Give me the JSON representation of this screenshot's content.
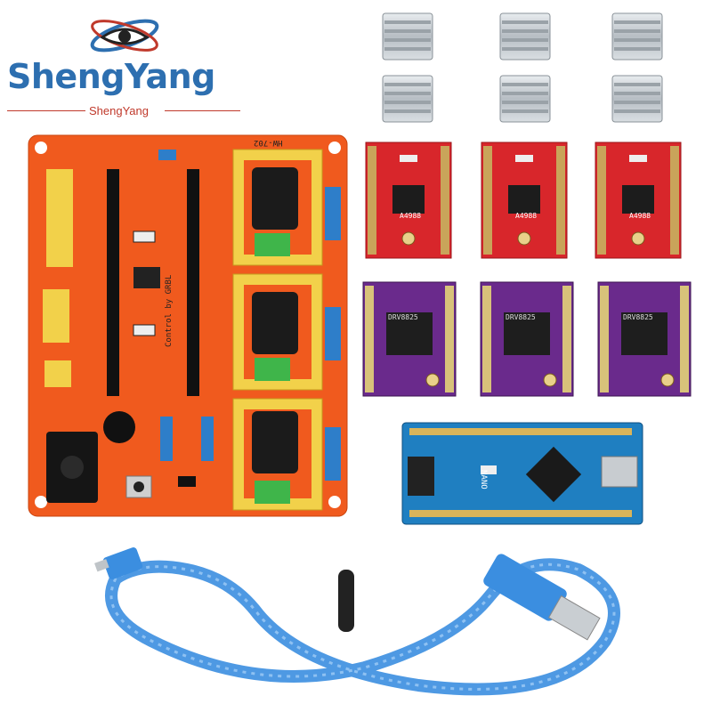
{
  "brand": {
    "name": "ShengYang",
    "subname": "ShengYang",
    "colors": {
      "primary": "#2d6fb0",
      "accent": "#c0392b"
    }
  },
  "shield": {
    "model": "HW-702",
    "credit": "Control by GRBL",
    "color": "#f05a1e"
  },
  "drivers_a4988": {
    "count": 3,
    "chip": "A4988",
    "color": "#d8262b"
  },
  "drivers_drv8825": {
    "count": 3,
    "chip": "DRV8825",
    "color": "#6a2a8c"
  },
  "heatsinks": {
    "count": 6
  },
  "nano": {
    "board": "NANO",
    "color": "#1f7fc1"
  },
  "cable": {
    "color": "#3b8ee0"
  },
  "icons": [
    "eye-logo-icon"
  ]
}
